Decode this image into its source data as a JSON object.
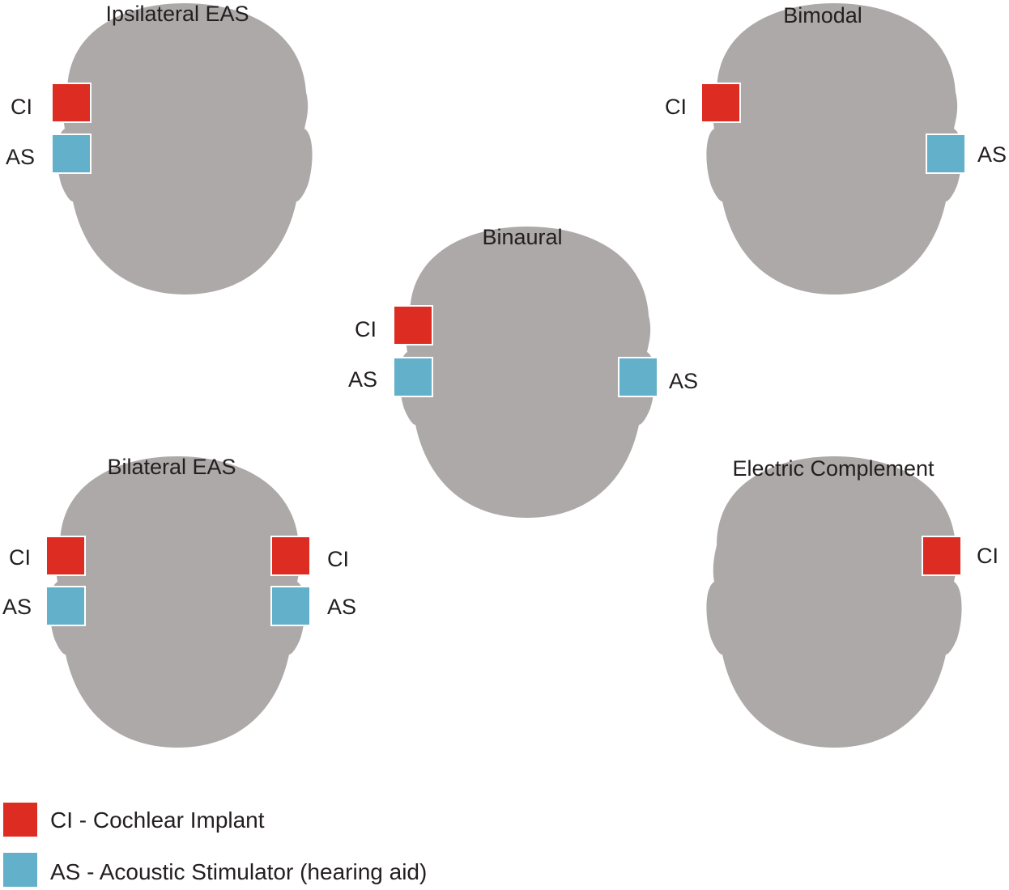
{
  "colors": {
    "head": "#ada9a8",
    "cochlear_implant": "#dd2c21",
    "acoustic_stimulator": "#62b0c9",
    "device_border": "#ffffff",
    "text": "#231f20"
  },
  "panels": {
    "ipsilateral_eas": {
      "title": "Ipsilateral EAS",
      "ci": "CI",
      "as": "AS"
    },
    "bimodal": {
      "title": "Bimodal",
      "ci": "CI",
      "as": "AS"
    },
    "binaural": {
      "title": "Binaural",
      "ci": "CI",
      "as_left": "AS",
      "as_right": "AS"
    },
    "bilateral_eas": {
      "title": "Bilateral EAS",
      "ci_left": "CI",
      "as_left": "AS",
      "ci_right": "CI",
      "as_right": "AS"
    },
    "electric_complement": {
      "title": "Electric Complement",
      "ci": "CI"
    }
  },
  "legend": {
    "ci": "CI - Cochlear Implant",
    "as": "AS - Acoustic Stimulator (hearing aid)"
  }
}
